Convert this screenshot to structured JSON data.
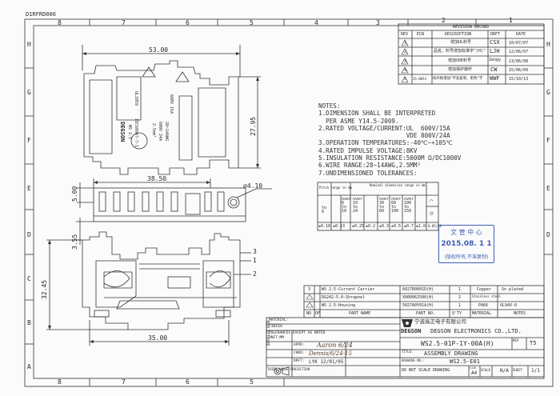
{
  "drawing_code": "D1RFRD006",
  "zones_top": [
    "8",
    "7",
    "6",
    "5",
    "4",
    "3",
    "2",
    "1"
  ],
  "zones_side": [
    "H",
    "G",
    "F",
    "E",
    "D",
    "C",
    "B",
    "A"
  ],
  "revision": {
    "title": "REVISION RECORD",
    "headers": [
      "REV",
      "ECN",
      "DESCRIPTION",
      "DRFT",
      "DATE"
    ],
    "rows": [
      {
        "rev": "1",
        "ecn": "",
        "desc": "增加UL料号",
        "drft": "CSX",
        "date": "10/07/07"
      },
      {
        "rev": "2",
        "ecn": "",
        "desc": "品名、料号增加标准字\"(H)\"",
        "drft": "LJH",
        "date": "12/06/07"
      },
      {
        "rev": "3",
        "ecn": "",
        "desc": "增加VDE料号",
        "drft": "Zengy",
        "date": "13/06/08"
      },
      {
        "rev": "4",
        "ecn": "",
        "desc": "增加保护玻纤",
        "drft": "CW",
        "date": "15/06/09"
      },
      {
        "rev": "5",
        "ecn": "15-0054",
        "desc": "样外框增加\"不准复制、更改\"字",
        "drft": "WWF",
        "date": "15/10/13"
      }
    ]
  },
  "dimensions": {
    "top_width": "53.00",
    "height": "27.95",
    "mid_width": "38.50",
    "left_h": "5.00",
    "hole": "⌀4.10",
    "offset": "3.55",
    "side_h": "32.45",
    "bottom_w": "35.00",
    "callouts": [
      "1",
      "2",
      "3"
    ]
  },
  "body_label": {
    "brand": "DEGSON",
    "model": "WS 2.5",
    "std": "IEC60947-7-1",
    "ul": "UL1059",
    "rating1": "600V 15A",
    "rating2": "600V 24A",
    "wire": "28~14AWG",
    "area": "2.5mm²"
  },
  "notes": {
    "title": "NOTES:",
    "lines": [
      "1.DIMENSION SHALL BE INTERPRETED",
      "  PER ASME Y14.5-2009.",
      "2.RATED VOLTAGE/CURRENT:UL  600V/15A",
      "                        VDE 800V/24A",
      "3.OPERATION TEMPERATURES:-40℃~+105℃",
      "4.RATED IMPULSE VOLTAGE:8KV",
      "5.INSULATION RESISTANCE:5000M Ω/DC1000V",
      "6.WIRE RANGE:28~14AWG,2.5MM²",
      "7.UNDIMENSIONED TOLERANCES:"
    ]
  },
  "tolerance": {
    "h1": "Pitch range in mm",
    "h2": "Nominal dimension range in mm",
    "ranges": [
      "to 6",
      "over 6 to 10",
      "over 10 to 24",
      "over 30 to 60",
      "over 60 to 100",
      "over 100 to 150"
    ],
    "values": [
      "±0.10",
      "±0.13",
      "±0.25",
      "±0.2",
      "±0.3",
      "±0.5",
      "±0.7",
      "±1.0"
    ],
    "note": "0.05/30"
  },
  "stamp": {
    "l1": "文 管 中 心",
    "l2": "2015.08. 1 1",
    "l3": "(版权所有,不准复制)"
  },
  "bom": {
    "headers": [
      "NO",
      "OF",
      "PART NAME",
      "PART NO.",
      "Q'TY",
      "MATERIAL",
      "NOTES"
    ],
    "rows": [
      {
        "no": "3",
        "name": "WS 2.5-Current Carrier",
        "part": "6027R0001D(H)",
        "qty": "1",
        "mat": "Copper",
        "notes": "Sn plated"
      },
      {
        "no": "2",
        "name": "DG242-5.0-Shrapnel",
        "part": "X000062500(H)",
        "qty": "2",
        "mat": "Stainless steel",
        "notes": ""
      },
      {
        "no": "1",
        "name": "WS 2.5-Housing",
        "part": "5027A0Y01A(H)",
        "qty": "1",
        "mat": "PA66",
        "notes": "UL94V-0"
      }
    ]
  },
  "title_block": {
    "company_cn": "宁波高正电子有限公司",
    "company_en": "DEGSON ELECTRONICS CO.,LTD.",
    "logo": "DEGSON",
    "part_no": "WS2.5-01P-1Y-00A(H)",
    "title": "ASSEMBLY DRAWING",
    "drawing_no": "WS2.5-E01",
    "scale": "DO NOT SCALE DRAWING",
    "size": "A4",
    "sheet": "1/1",
    "rev": "T5",
    "labels": {
      "material": "MATERIAL:",
      "finish": "FINISH:",
      "tolerances": "TOLERANCES EXCEPT AS NOTED",
      "unit": "UNIT:MM",
      "appd": "APPD:",
      "chkd": "CHKD:",
      "drft": "DRFT:",
      "title": "TITLE:",
      "drawing_no": "DRAWING NO.:",
      "size": "SIZE",
      "scale": "SCALE",
      "sheet": "SHEET",
      "rev": "REV",
      "third_angle": "THIRD ANGLE PROJECTION",
      "detailed": "DETAILED VIEW"
    },
    "appd_sig": "Aaron 6/24",
    "chkd_sig": "Dennis/6/24-15",
    "drft_name": "LYK 12/01/05"
  }
}
